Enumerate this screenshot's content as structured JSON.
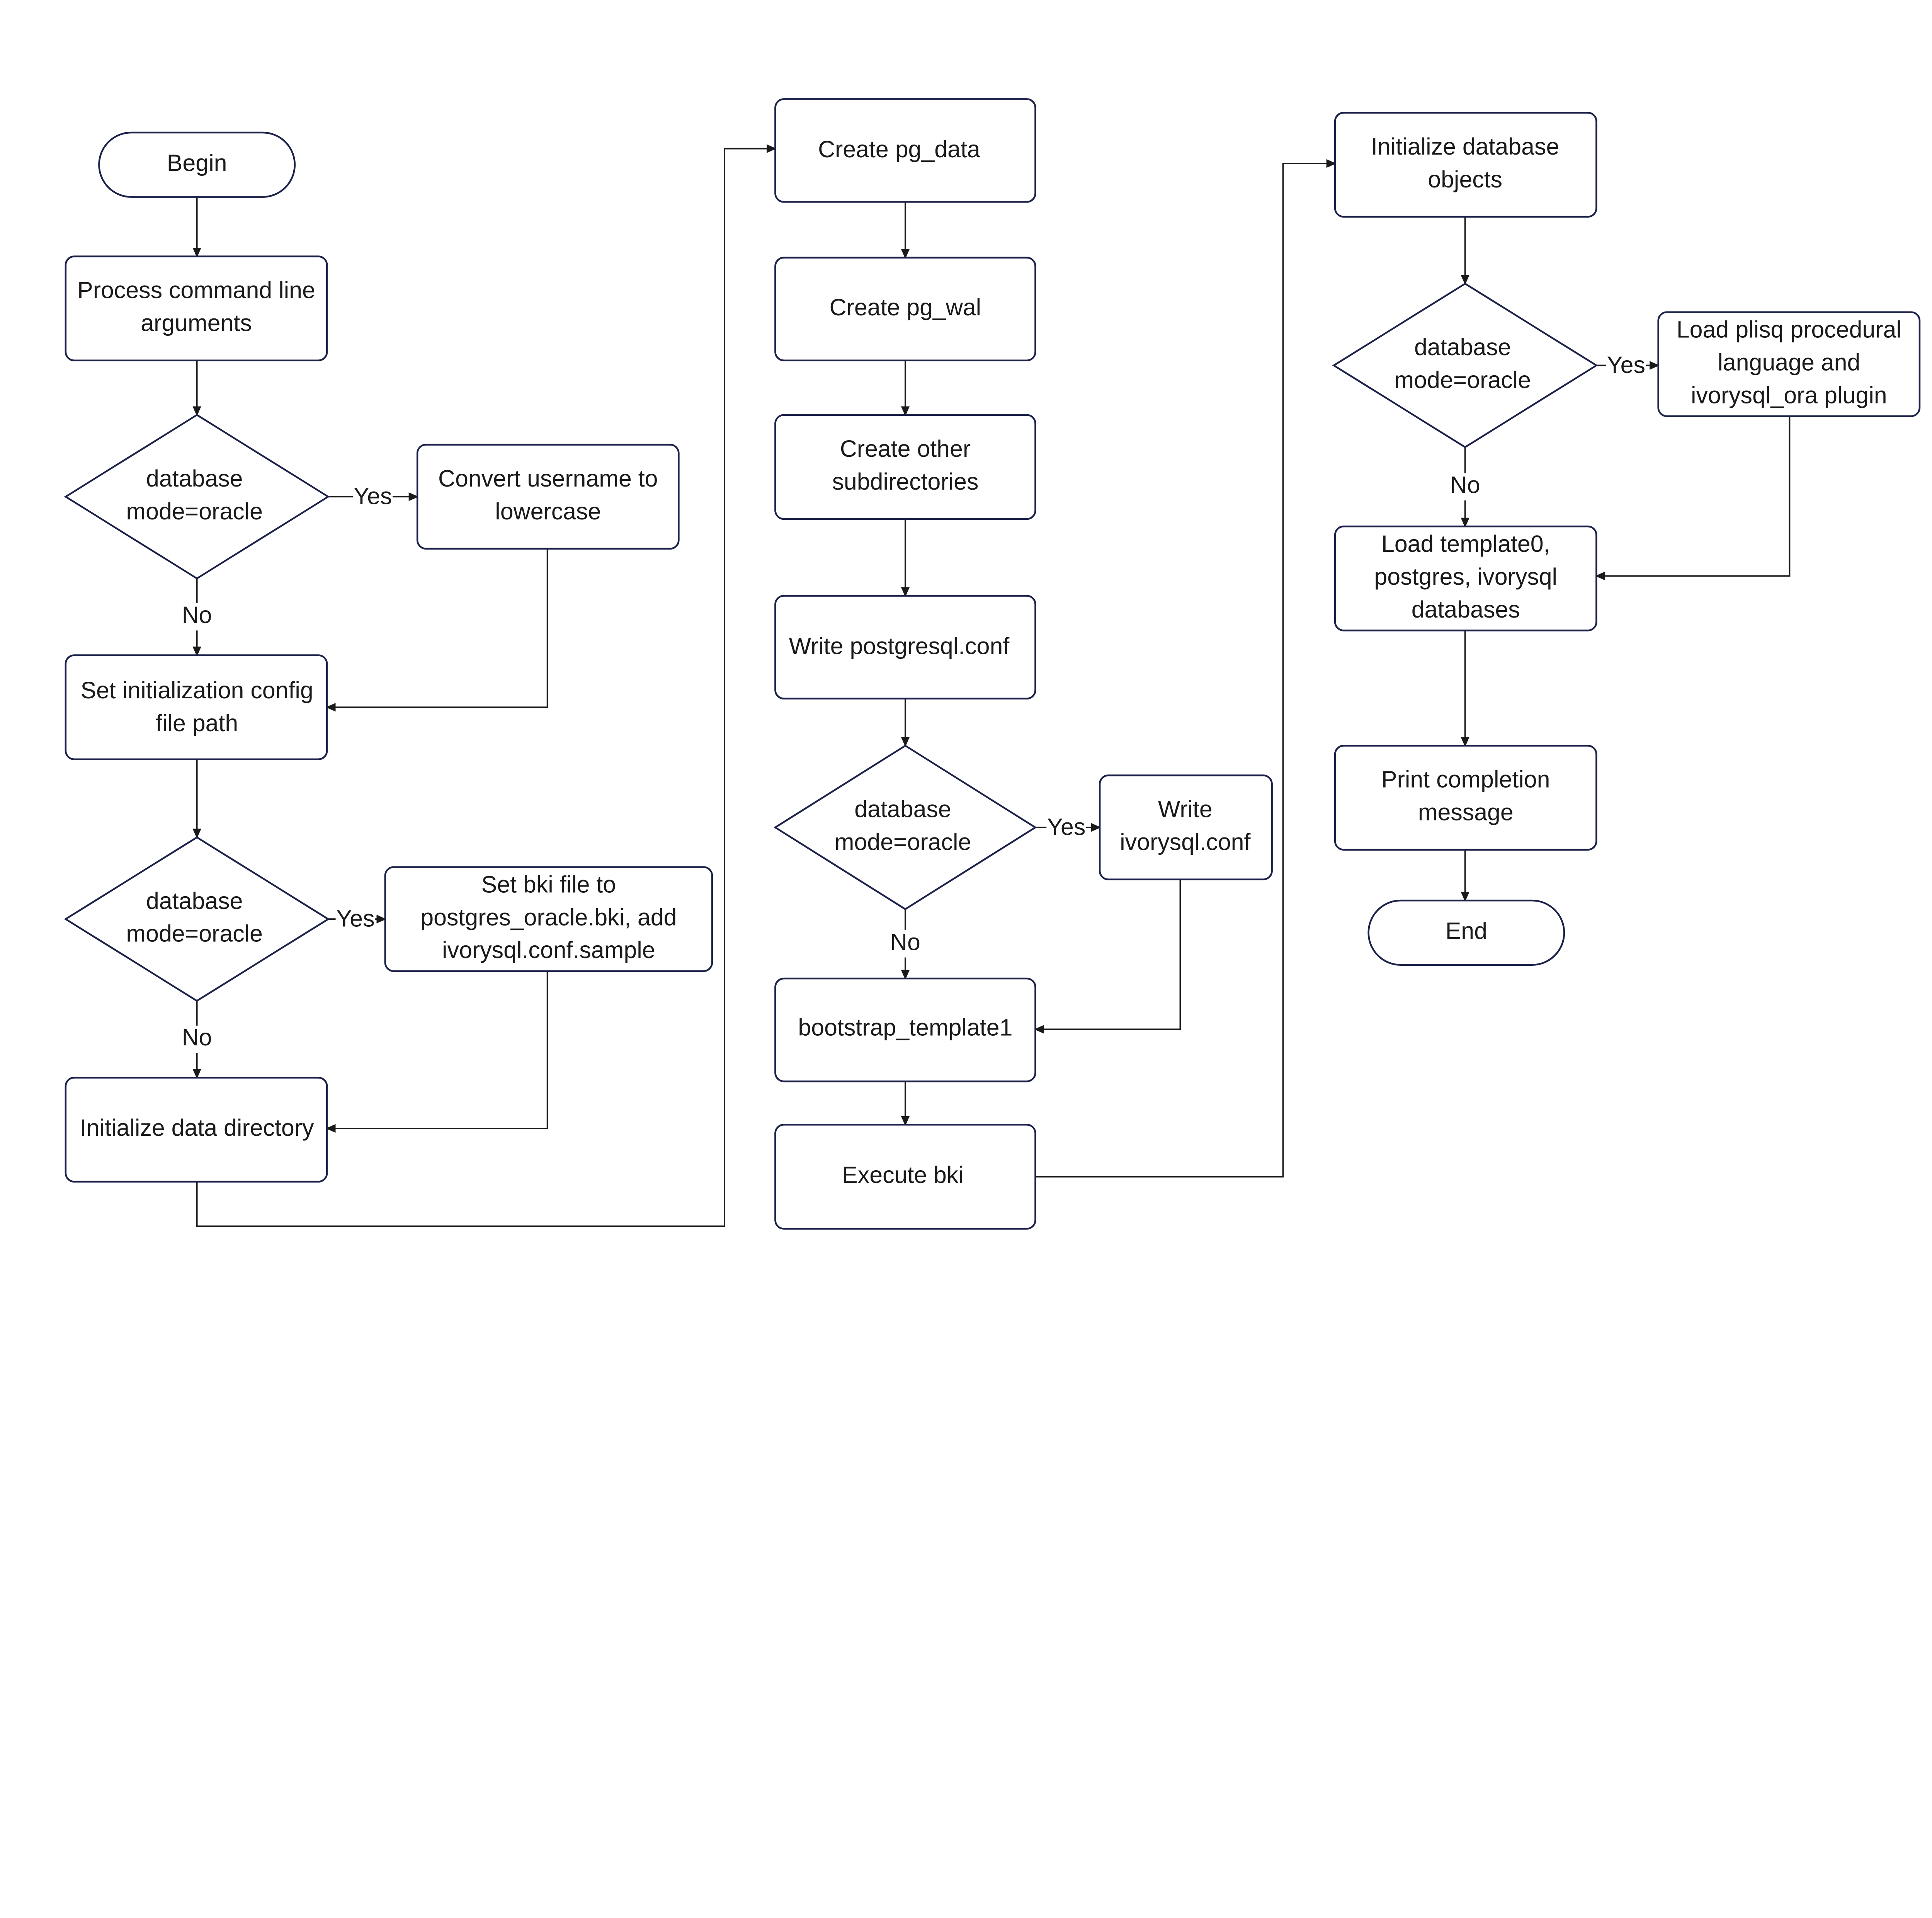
{
  "colors": {
    "stroke": "#1b2149",
    "text": "#1a1a1a",
    "background": "#ffffff"
  },
  "nodes": {
    "begin": {
      "shape": "terminal",
      "lines": [
        "Begin"
      ]
    },
    "process_args": {
      "shape": "process",
      "lines": [
        "Process command line",
        "arguments"
      ]
    },
    "decision1": {
      "shape": "decision",
      "lines": [
        "database",
        "mode=oracle"
      ]
    },
    "convert_username": {
      "shape": "process",
      "lines": [
        "Convert username to",
        "lowercase"
      ]
    },
    "set_config_path": {
      "shape": "process",
      "lines": [
        "Set initialization config",
        "file path"
      ]
    },
    "decision2": {
      "shape": "decision",
      "lines": [
        "database",
        "mode=oracle"
      ]
    },
    "set_bki": {
      "shape": "process",
      "lines": [
        "Set bki file to",
        "postgres_oracle.bki, add",
        "ivorysql.conf.sample"
      ]
    },
    "init_data_dir": {
      "shape": "process",
      "lines": [
        "Initialize data directory"
      ]
    },
    "create_pg_data": {
      "shape": "process",
      "lines": [
        "Create pg_data"
      ]
    },
    "create_pg_wal": {
      "shape": "process",
      "lines": [
        "Create pg_wal"
      ]
    },
    "create_subdirs": {
      "shape": "process",
      "lines": [
        "Create other",
        "subdirectories"
      ]
    },
    "write_postgresql_conf": {
      "shape": "process",
      "lines": [
        "Write postgresql.conf"
      ]
    },
    "decision3": {
      "shape": "decision",
      "lines": [
        "database",
        "mode=oracle"
      ]
    },
    "write_ivorysql_conf": {
      "shape": "process",
      "lines": [
        "Write",
        "ivorysql.conf"
      ]
    },
    "bootstrap_template1": {
      "shape": "process",
      "lines": [
        "bootstrap_template1"
      ]
    },
    "execute_bki": {
      "shape": "process",
      "lines": [
        "Execute bki"
      ]
    },
    "init_db_objects": {
      "shape": "process",
      "lines": [
        "Initialize database",
        "objects"
      ]
    },
    "decision4": {
      "shape": "decision",
      "lines": [
        "database",
        "mode=oracle"
      ]
    },
    "load_plisql": {
      "shape": "process",
      "lines": [
        "Load plisq procedural",
        "language and",
        "ivorysql_ora plugin"
      ]
    },
    "load_templates": {
      "shape": "process",
      "lines": [
        "Load template0,",
        "postgres, ivorysql",
        "databases"
      ]
    },
    "print_completion": {
      "shape": "process",
      "lines": [
        "Print completion",
        "message"
      ]
    },
    "end": {
      "shape": "terminal",
      "lines": [
        "End"
      ]
    }
  },
  "edges": [
    {
      "from": "begin",
      "to": "process_args",
      "label": ""
    },
    {
      "from": "process_args",
      "to": "decision1",
      "label": ""
    },
    {
      "from": "decision1",
      "to": "convert_username",
      "label": "Yes"
    },
    {
      "from": "decision1",
      "to": "set_config_path",
      "label": "No"
    },
    {
      "from": "convert_username",
      "to": "set_config_path",
      "label": ""
    },
    {
      "from": "set_config_path",
      "to": "decision2",
      "label": ""
    },
    {
      "from": "decision2",
      "to": "set_bki",
      "label": "Yes"
    },
    {
      "from": "decision2",
      "to": "init_data_dir",
      "label": "No"
    },
    {
      "from": "set_bki",
      "to": "init_data_dir",
      "label": ""
    },
    {
      "from": "init_data_dir",
      "to": "create_pg_data",
      "label": ""
    },
    {
      "from": "create_pg_data",
      "to": "create_pg_wal",
      "label": ""
    },
    {
      "from": "create_pg_wal",
      "to": "create_subdirs",
      "label": ""
    },
    {
      "from": "create_subdirs",
      "to": "write_postgresql_conf",
      "label": ""
    },
    {
      "from": "write_postgresql_conf",
      "to": "decision3",
      "label": ""
    },
    {
      "from": "decision3",
      "to": "write_ivorysql_conf",
      "label": "Yes"
    },
    {
      "from": "decision3",
      "to": "bootstrap_template1",
      "label": "No"
    },
    {
      "from": "write_ivorysql_conf",
      "to": "bootstrap_template1",
      "label": ""
    },
    {
      "from": "bootstrap_template1",
      "to": "execute_bki",
      "label": ""
    },
    {
      "from": "execute_bki",
      "to": "init_db_objects",
      "label": ""
    },
    {
      "from": "init_db_objects",
      "to": "decision4",
      "label": ""
    },
    {
      "from": "decision4",
      "to": "load_plisql",
      "label": "Yes"
    },
    {
      "from": "decision4",
      "to": "load_templates",
      "label": "No"
    },
    {
      "from": "load_plisql",
      "to": "load_templates",
      "label": ""
    },
    {
      "from": "load_templates",
      "to": "print_completion",
      "label": ""
    },
    {
      "from": "print_completion",
      "to": "end",
      "label": ""
    }
  ]
}
